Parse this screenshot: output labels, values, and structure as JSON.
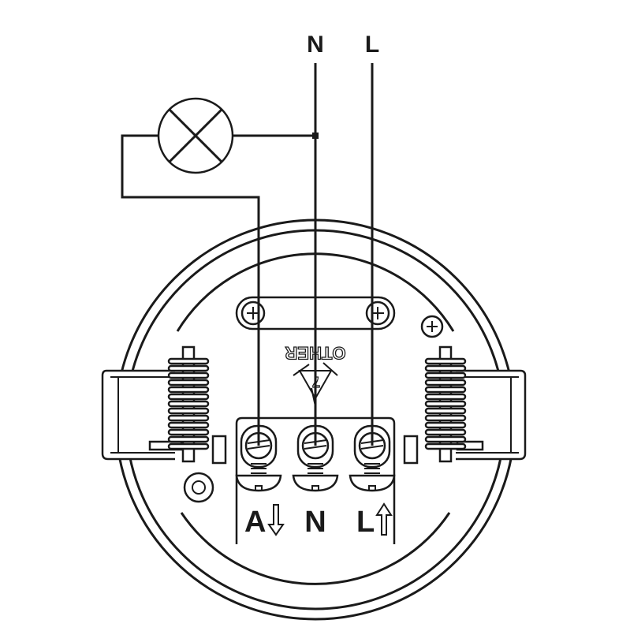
{
  "supply_labels": {
    "neutral": "N",
    "live": "L"
  },
  "housing_text": "OTHER",
  "recycle_code": "7",
  "terminals": [
    {
      "label": "A",
      "icon": "arrow-down-icon"
    },
    {
      "label": "N",
      "icon": ""
    },
    {
      "label": "L",
      "icon": "arrow-up-icon"
    }
  ],
  "colors": {
    "line": "#1a1a1a",
    "background": "#ffffff"
  }
}
